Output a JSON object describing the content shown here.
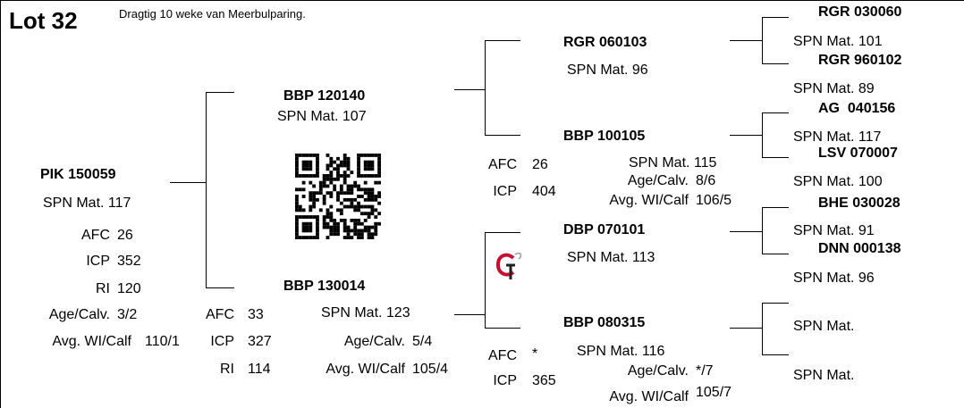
{
  "lot": {
    "title": "Lot 32",
    "subtitle": "Dragtig 10 weke van Meerbulparing."
  },
  "subject": {
    "name": "PIK 150059",
    "spn": "SPN Mat. 117",
    "stats": [
      {
        "label": "AFC",
        "value": "26"
      },
      {
        "label": "ICP",
        "value": "352"
      },
      {
        "label": "RI",
        "value": "120"
      },
      {
        "label": "Age/Calv.",
        "value": "3/2"
      },
      {
        "label": "Avg. WI/Calf",
        "value": "110/1"
      }
    ]
  },
  "sire": {
    "name": "BBP 120140",
    "spn": "SPN Mat. 107"
  },
  "dam": {
    "name": "BBP 130014",
    "spn": "SPN Mat. 123",
    "afc_label": "AFC",
    "afc": "33",
    "icp_label": "ICP",
    "icp": "327",
    "ri_label": "RI",
    "ri": "114",
    "age_label": "Age/Calv.",
    "age": "5/4",
    "wi_label": "Avg. WI/Calf",
    "wi": "105/4"
  },
  "gen2": {
    "ss": {
      "name": "RGR 060103",
      "spn": "SPN Mat. 96"
    },
    "sd": {
      "name": "BBP 100105",
      "spn": "SPN Mat. 115",
      "afc_label": "AFC",
      "afc": "26",
      "icp_label": "ICP",
      "icp": "404",
      "age_label": "Age/Calv.",
      "age": "8/6",
      "wi_label": "Avg. WI/Calf",
      "wi": "106/5"
    },
    "ds": {
      "name": "DBP 070101",
      "spn": "SPN Mat. 113"
    },
    "dd": {
      "name": "BBP 080315",
      "spn": "SPN Mat. 116",
      "afc_label": "AFC",
      "afc": "*",
      "icp_label": "ICP",
      "icp": "365",
      "age_label": "Age/Calv.",
      "age": "*/7",
      "wi_label": "Avg. WI/Calf",
      "wi": "105/7"
    }
  },
  "gen3": [
    {
      "name": "RGR 030060",
      "spn": "SPN Mat. 101"
    },
    {
      "name": "RGR 960102",
      "spn": "SPN Mat. 89"
    },
    {
      "name": "AG  040156",
      "spn": "SPN Mat. 117"
    },
    {
      "name": "LSV 070007",
      "spn": "SPN Mat. 100"
    },
    {
      "name": "BHE 030028",
      "spn": "SPN Mat. 91"
    },
    {
      "name": "DNN 000138",
      "spn": "SPN Mat. 96"
    },
    {
      "name": "",
      "spn": "SPN Mat."
    },
    {
      "name": "",
      "spn": "SPN Mat."
    }
  ],
  "icons": {
    "qr": "qr-code-icon",
    "logo": "gt-logo-icon"
  },
  "colors": {
    "logo_red": "#c8102e"
  }
}
